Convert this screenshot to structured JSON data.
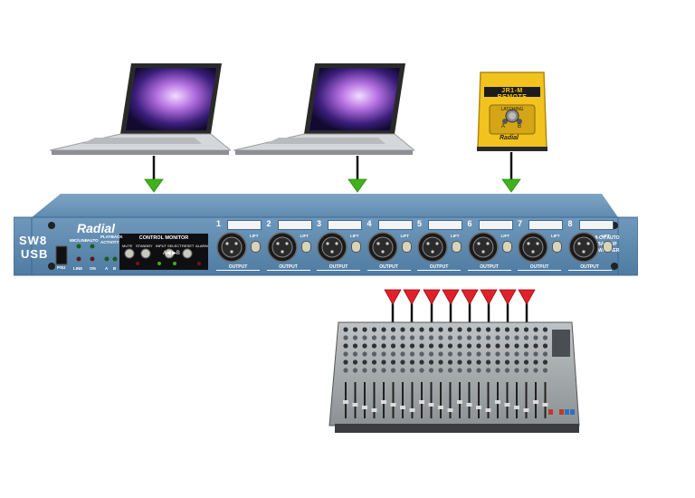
{
  "rack": {
    "brand": "Radial",
    "model_line1": "SW8",
    "model_line2": "USB",
    "description": [
      "8-CH AUTO",
      "BACKUP",
      "SWITCHER"
    ],
    "psu_label": "PSU",
    "mode_labels": {
      "mic_line": "MIC/LINE",
      "auto": "AUTO",
      "playback": "PLAYBACK",
      "activity": "ACTIVITY"
    },
    "led_labels": {
      "line": "LINE",
      "on": "ON",
      "a": "A",
      "b": "B"
    },
    "control_monitor": {
      "title": "CONTROL MONITOR",
      "labels": [
        "MUTE",
        "STANDBY",
        "INPUT SELECT",
        "RESET",
        "ALARM"
      ],
      "ab_glyph": "A◀ ▶B"
    },
    "channels": [
      "1",
      "2",
      "3",
      "4",
      "5",
      "6",
      "7",
      "8"
    ],
    "lift_label": "LIFT",
    "output_label": "OUTPUT"
  },
  "remote": {
    "brand": "JR1-M REMOTE",
    "subtitle": "LATCHING",
    "a_label": "A",
    "b_label": "B",
    "logo": "Radial"
  },
  "colors": {
    "panel": "#5f8bb0",
    "panel_dark": "#3d6a92",
    "green_arrow": "#3fb21c",
    "red_arrow": "#e0202a",
    "remote_yellow": "#f2c21f"
  }
}
